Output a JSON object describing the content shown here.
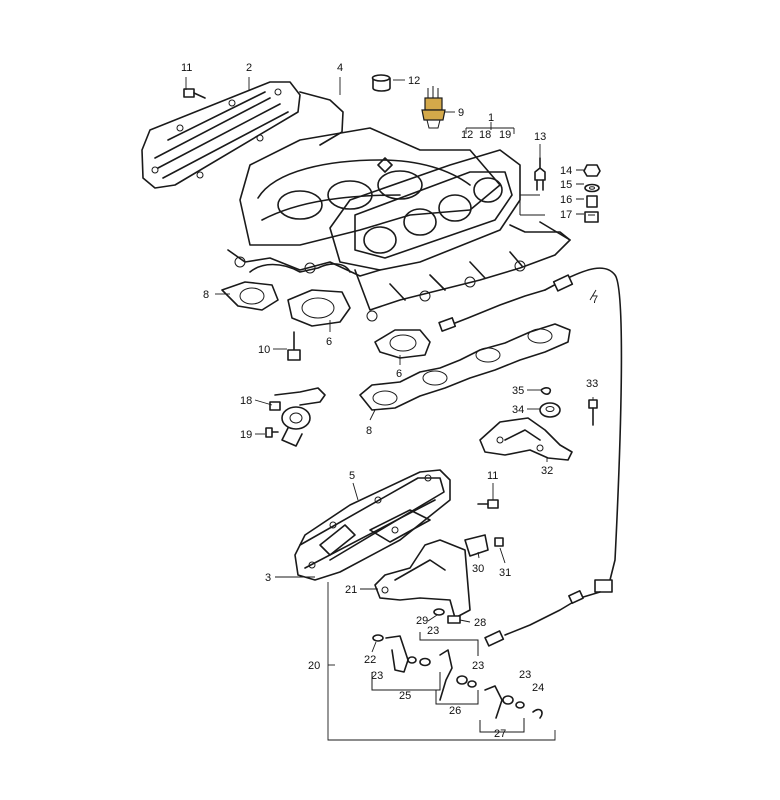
{
  "diagram": {
    "highlight_color": "#d4a94a",
    "callouts": {
      "c1": "1",
      "c2": "2",
      "c3": "3",
      "c4": "4",
      "c5": "5",
      "c6a": "6",
      "c6b": "6",
      "c7": "7",
      "c8a": "8",
      "c8b": "8",
      "c9": "9",
      "c10": "10",
      "c11a": "11",
      "c11b": "11",
      "c12": "12",
      "c13": "13",
      "c14": "14",
      "c15": "15",
      "c16": "16",
      "c17": "17",
      "c18": "18",
      "c19": "19",
      "c20": "20",
      "c21": "21",
      "c22": "22",
      "c23a": "23",
      "c23b": "23",
      "c23c": "23",
      "c23d": "23",
      "c24": "24",
      "c25": "25",
      "c26": "26",
      "c27": "27",
      "c28": "28",
      "c29": "29",
      "c30": "30",
      "c31": "31",
      "c32": "32",
      "c33": "33",
      "c34": "34",
      "c35": "35",
      "sub12": "12",
      "sub18": "18",
      "sub19": "19"
    }
  }
}
